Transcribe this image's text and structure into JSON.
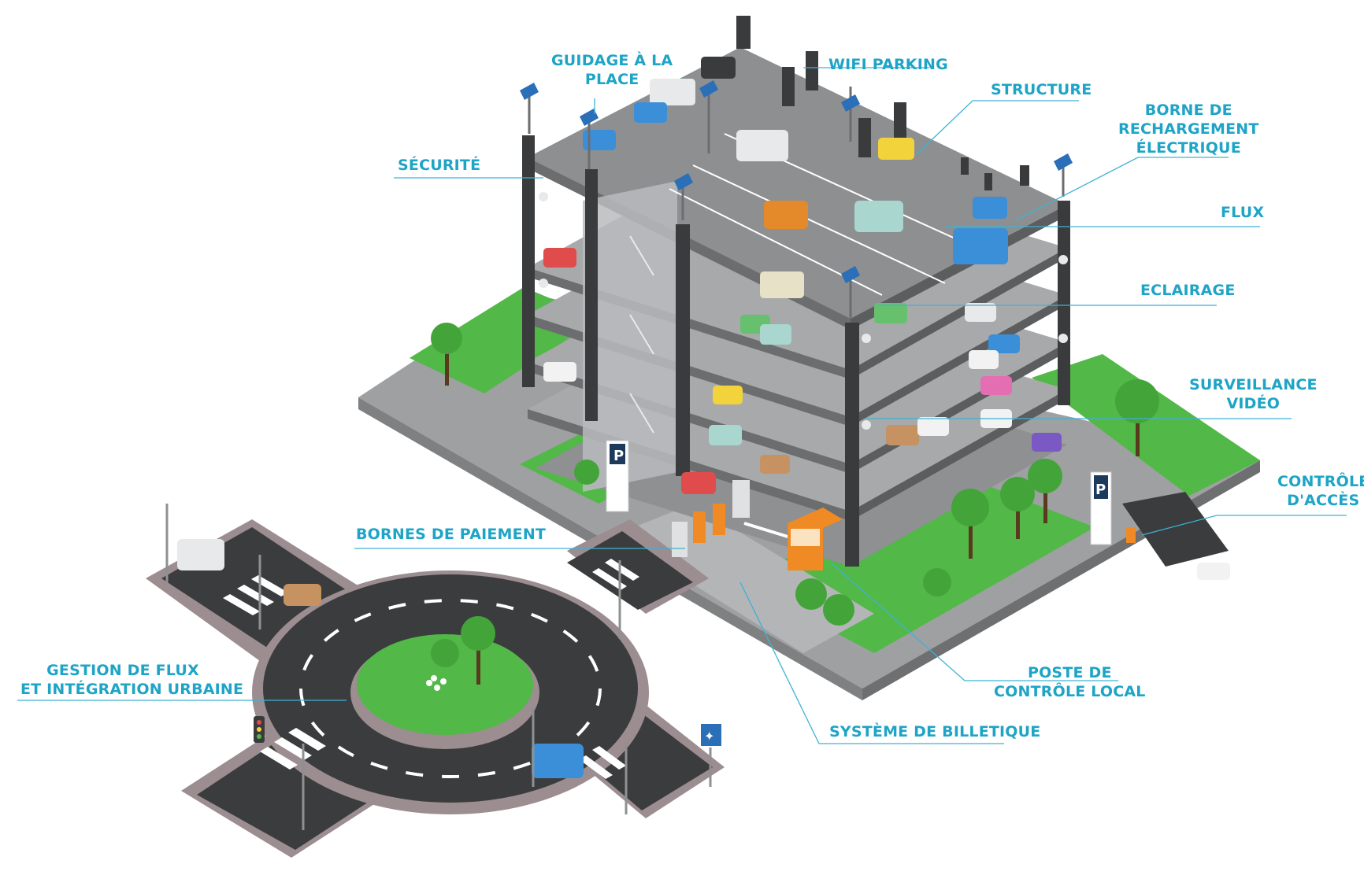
{
  "accent_color": "#1da4c6",
  "labels": {
    "guidage": [
      "GUIDAGE À LA",
      "PLACE"
    ],
    "wifi": [
      "WIFI PARKING"
    ],
    "structure": [
      "STRUCTURE"
    ],
    "borne_recharge": [
      "BORNE DE",
      "RECHARGEMENT",
      "ÉLECTRIQUE"
    ],
    "securite": [
      "SÉCURITÉ"
    ],
    "flux": [
      "FLUX"
    ],
    "eclairage": [
      "ECLAIRAGE"
    ],
    "surveillance": [
      "SURVEILLANCE",
      "VIDÉO"
    ],
    "controle_acces": [
      "CONTRÔLE",
      "D'ACCÈS"
    ],
    "bornes_paiement": [
      "BORNES DE PAIEMENT"
    ],
    "gestion_flux": [
      "GESTION DE FLUX",
      "ET INTÉGRATION URBAINE"
    ],
    "poste_controle": [
      "POSTE DE",
      "CONTRÔLE LOCAL"
    ],
    "billetique": [
      "SYSTÈME DE BILLETIQUE"
    ]
  },
  "signs": {
    "parking_letter": "P"
  },
  "icons": [
    "parking-sign-icon",
    "pedestrian-crossing-sign-icon",
    "traffic-light-icon",
    "solar-panel-icon",
    "ev-charger-icon",
    "cctv-camera-icon"
  ]
}
